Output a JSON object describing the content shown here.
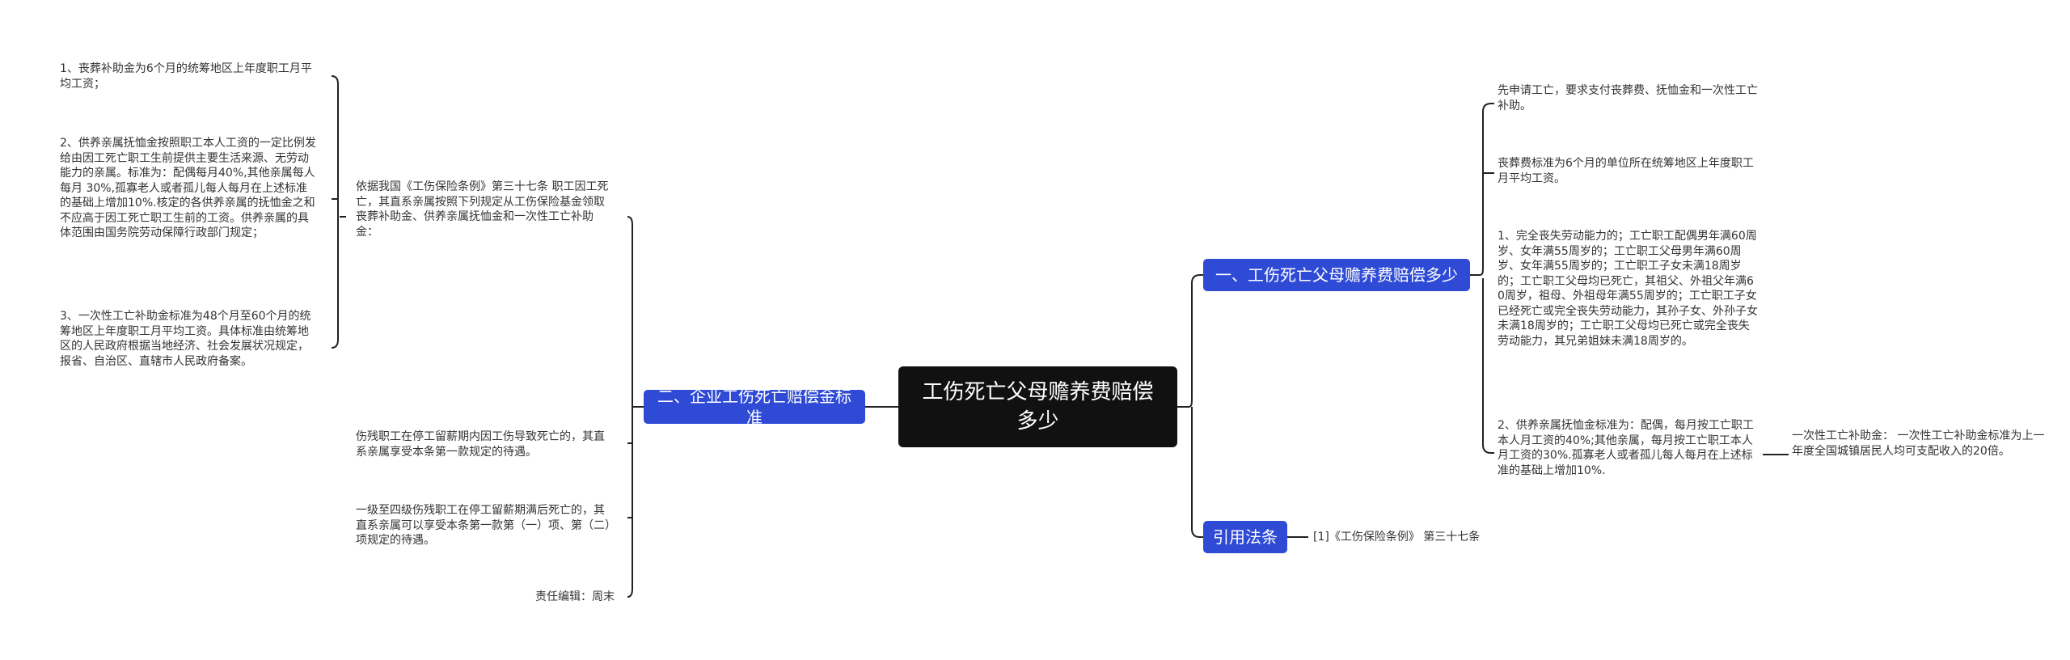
{
  "root": {
    "title": "工伤死亡父母赡养费赔偿多少"
  },
  "left_branch": {
    "label": "二、企业工伤死亡赔偿金标准",
    "intro": "依据我国《工伤保险条例》第三十七条 职工因工死亡，其直系亲属按照下列规定从工伤保险基金领取丧葬补助金、供养亲属抚恤金和一次性工亡补助金：",
    "intro_items": [
      "1、丧葬补助金为6个月的统筹地区上年度职工月平均工资；",
      "2、供养亲属抚恤金按照职工本人工资的一定比例发给由因工死亡职工生前提供主要生活来源、无劳动能力的亲属。标准为：配偶每月40%,其他亲属每人每月 30%,孤寡老人或者孤儿每人每月在上述标准的基础上增加10%.核定的各供养亲属的抚恤金之和不应高于因工死亡职工生前的工资。供养亲属的具体范围由国务院劳动保障行政部门规定；",
      "3、一次性工亡补助金标准为48个月至60个月的统筹地区上年度职工月平均工资。具体标准由统筹地区的人民政府根据当地经济、社会发展状况规定，报省、自治区、直辖市人民政府备案。"
    ],
    "item_disabled": "伤残职工在停工留薪期内因工伤导致死亡的，其直系亲属享受本条第一款规定的待遇。",
    "item_level": "一级至四级伤残职工在停工留薪期满后死亡的，其直系亲属可以享受本条第一款第（一）项、第（二）项规定的待遇。",
    "editor": "责任编辑：周末"
  },
  "right_branch_1": {
    "label": "一、工伤死亡父母赡养费赔偿多少",
    "items": [
      "先申请工亡，要求支付丧葬费、抚恤金和一次性工亡补助。",
      "丧葬费标准为6个月的单位所在统筹地区上年度职工月平均工资。",
      "1、完全丧失劳动能力的；工亡职工配偶男年满60周岁、女年满55周岁的；工亡职工父母男年满60周岁、女年满55周岁的；工亡职工子女未满18周岁的；工亡职工父母均已死亡，其祖父、外祖父年满60周岁，祖母、外祖母年满55周岁的；工亡职工子女已经死亡或完全丧失劳动能力，其孙子女、外孙子女未满18周岁的；工亡职工父母均已死亡或完全丧失劳动能力，其兄弟姐妹未满18周岁的。",
      "2、供养亲属抚恤金标准为：配偶，每月按工亡职工本人月工资的40%;其他亲属，每月按工亡职工本人月工资的30%.孤寡老人或者孤儿每人每月在上述标准的基础上增加10%."
    ],
    "sub_item": "一次性工亡补助金： 一次性工亡补助金标准为上一年度全国城镇居民人均可支配收入的20倍。"
  },
  "right_branch_2": {
    "label": "引用法条",
    "items": [
      "[1]《工伤保险条例》 第三十七条"
    ]
  },
  "colors": {
    "root_bg": "#111111",
    "branch_bg": "#2f4bd6",
    "line": "#222222",
    "text": "#333333"
  }
}
